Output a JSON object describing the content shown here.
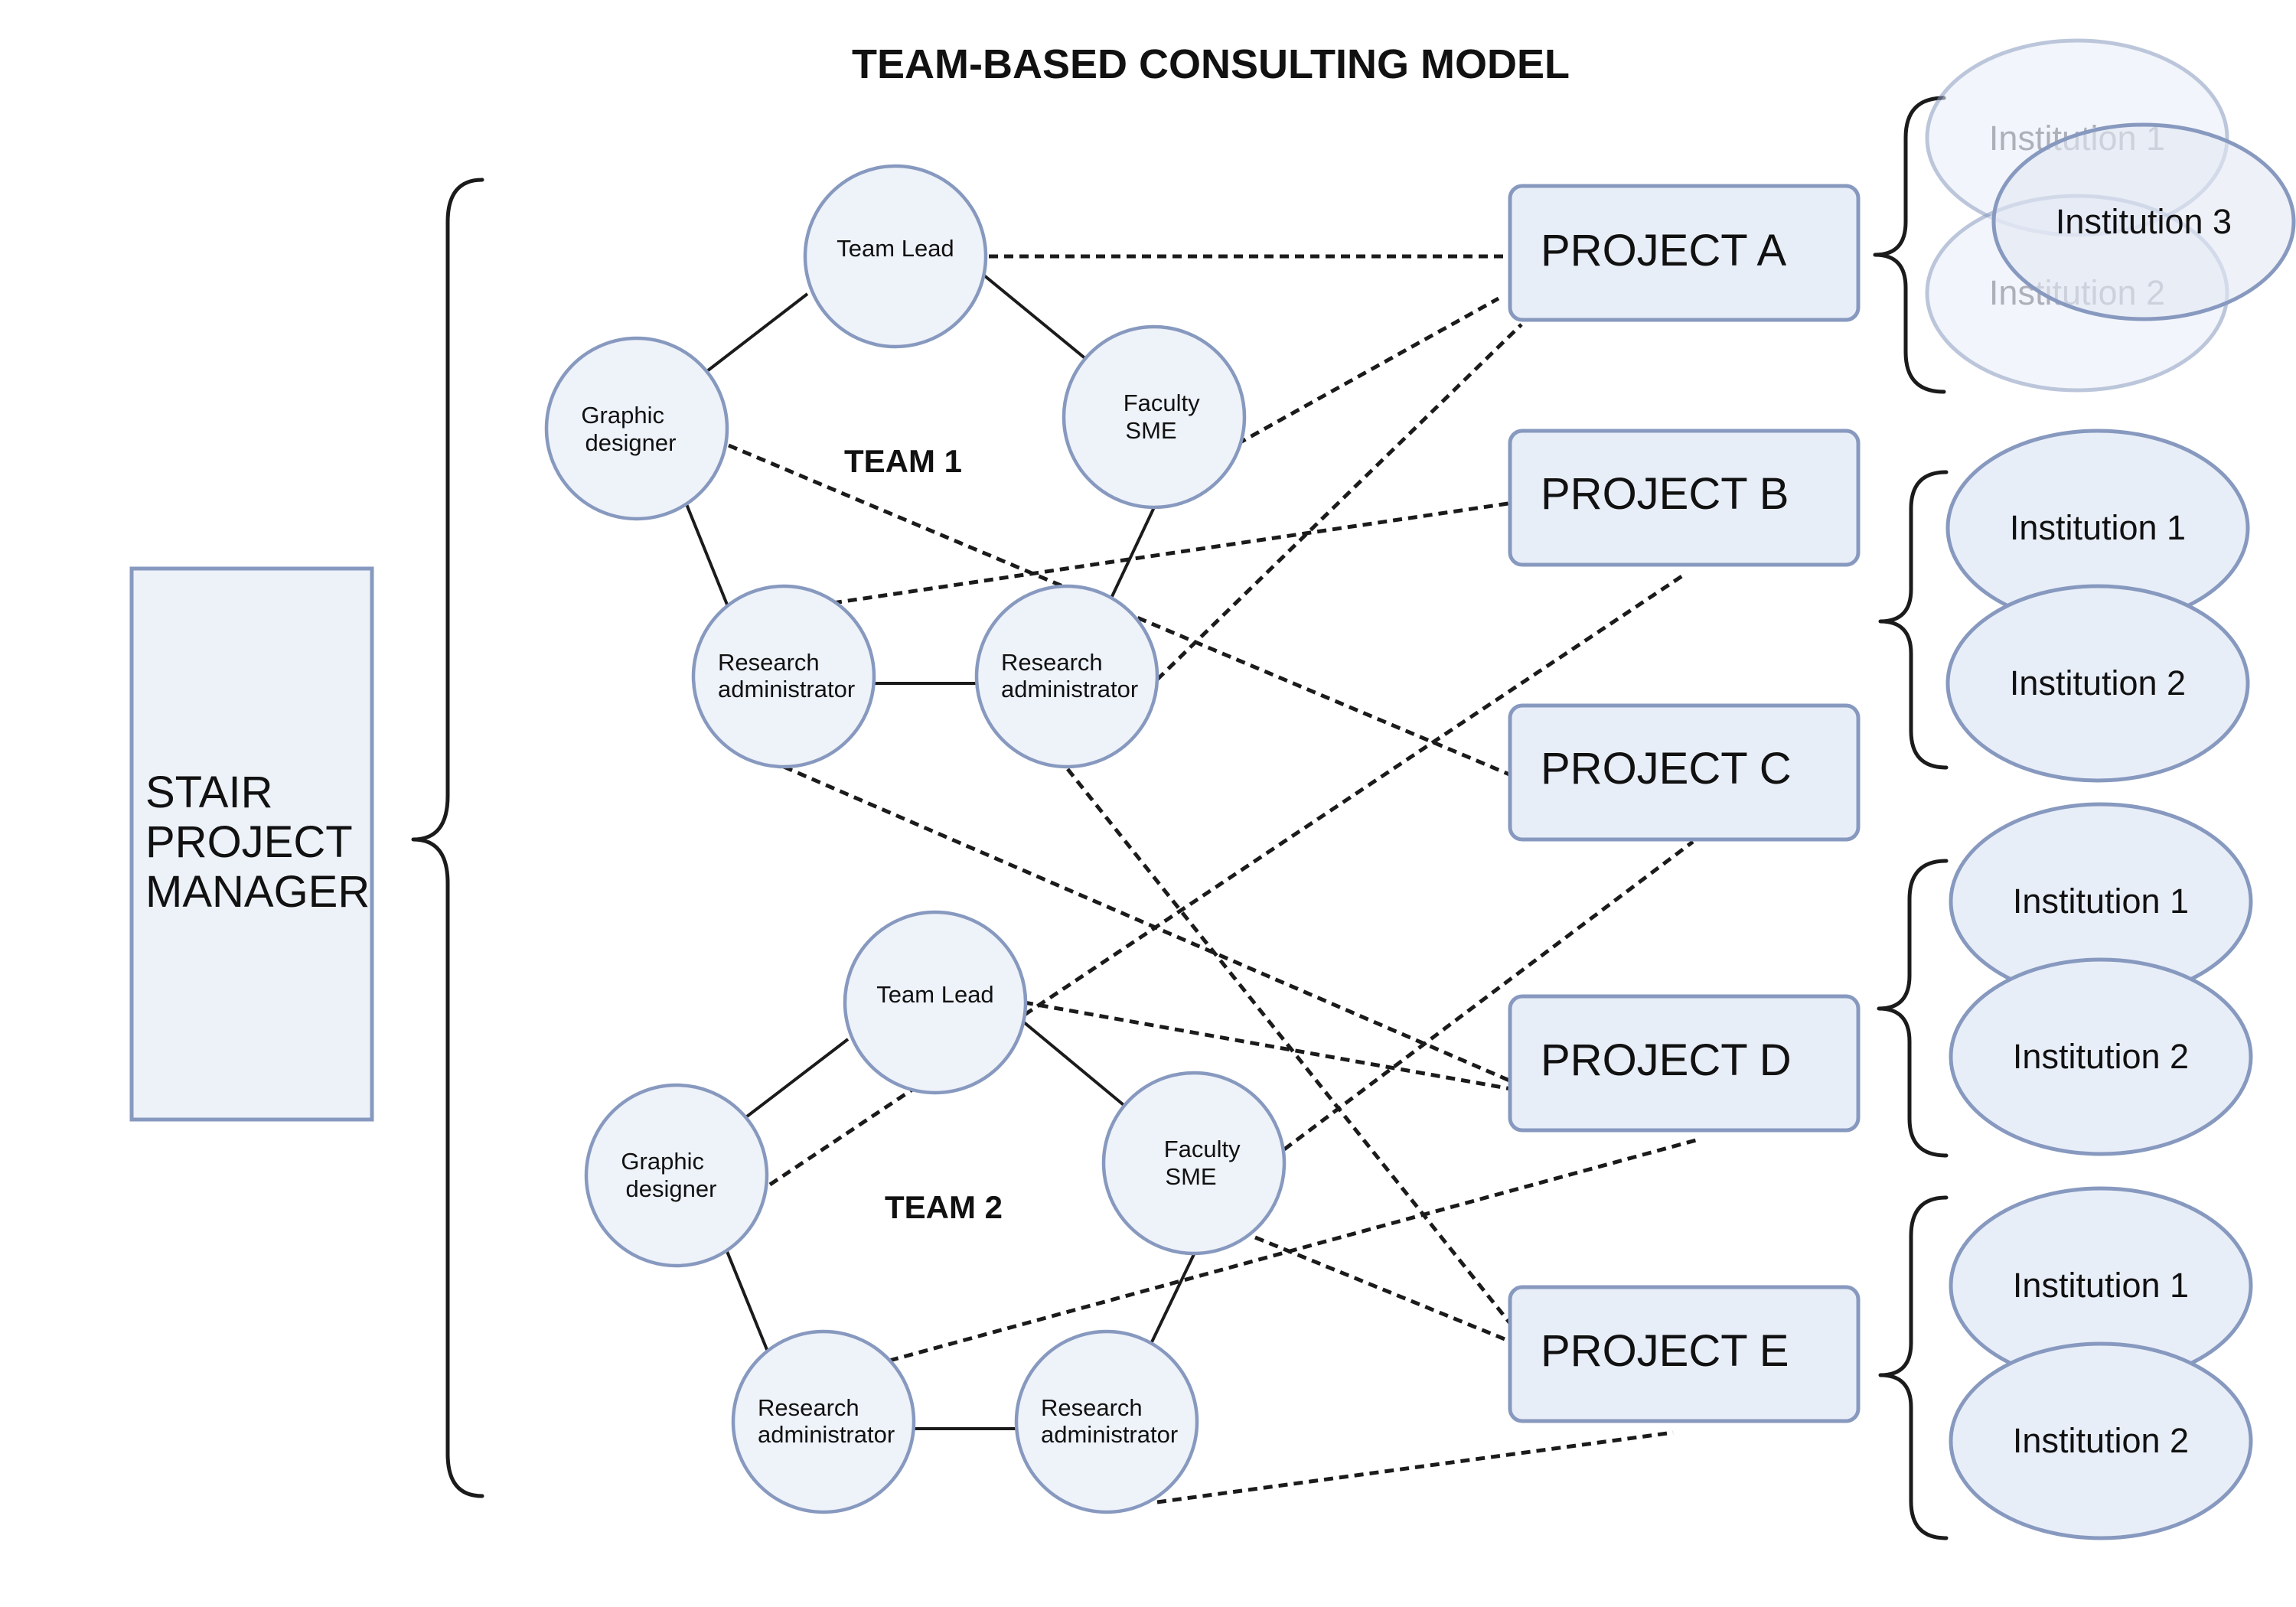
{
  "title": "TEAM-BASED CONSULTING MODEL",
  "manager": {
    "lines": [
      "STAIR",
      "PROJECT",
      "MANAGER"
    ]
  },
  "teams": [
    {
      "label": "TEAM 1",
      "members": {
        "team_lead": [
          "Team Lead"
        ],
        "graphic_designer": [
          "Graphic",
          "designer"
        ],
        "faculty_sme": [
          "Faculty",
          "SME"
        ],
        "research_admin_1": [
          "Research",
          "administrator"
        ],
        "research_admin_2": [
          "Research",
          "administrator"
        ]
      }
    },
    {
      "label": "TEAM 2",
      "members": {
        "team_lead": [
          "Team Lead"
        ],
        "graphic_designer": [
          "Graphic",
          "designer"
        ],
        "faculty_sme": [
          "Faculty",
          "SME"
        ],
        "research_admin_1": [
          "Research",
          "administrator"
        ],
        "research_admin_2": [
          "Research",
          "administrator"
        ]
      }
    }
  ],
  "projects": [
    {
      "label": "PROJECT A",
      "institutions": [
        "Institution 1",
        "Institution 3",
        "Institution 2"
      ]
    },
    {
      "label": "PROJECT B",
      "institutions": [
        "Institution 1",
        "Institution 2"
      ]
    },
    {
      "label": "PROJECT C",
      "institutions": []
    },
    {
      "label": "PROJECT D",
      "institutions": [
        "Institution 1",
        "Institution 2"
      ]
    },
    {
      "label": "PROJECT E",
      "institutions": [
        "Institution 1",
        "Institution 2"
      ]
    }
  ],
  "colors": {
    "node_fill": "#eef2f9",
    "node_stroke": "#8799bf",
    "line": "#1b1b1b"
  }
}
